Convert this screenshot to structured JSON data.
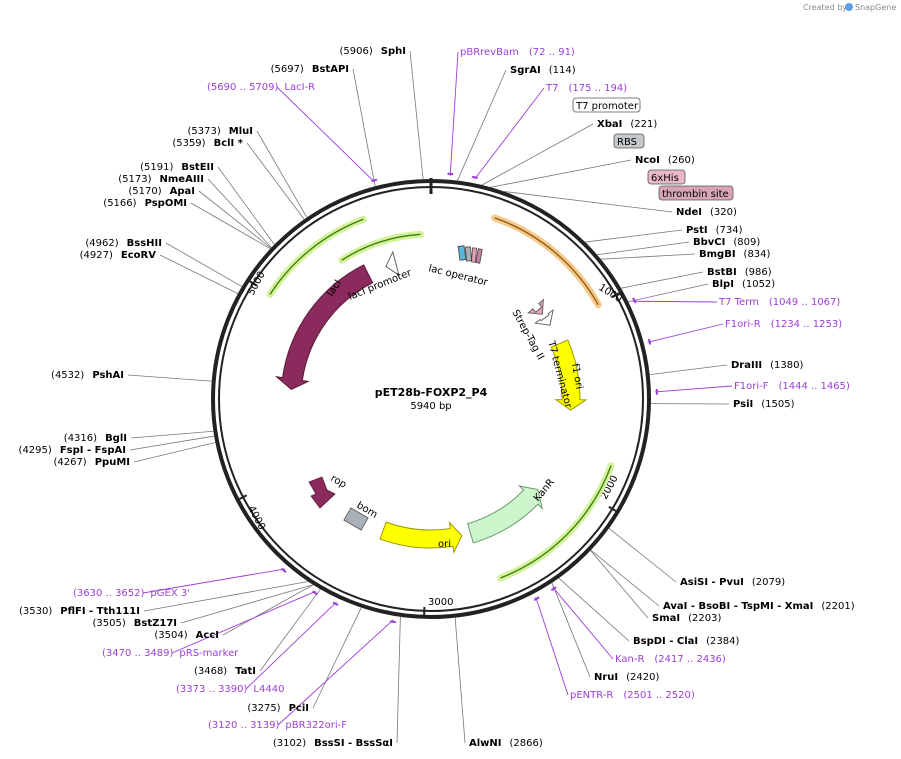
{
  "credit": {
    "text": "Created by",
    "brand": "SnapGene"
  },
  "plasmid": {
    "name": "pET28b-FOXP2_P4",
    "length": "5940 bp",
    "size_bp": 5940
  },
  "colors": {
    "ring": "#222222",
    "primer": "#9b3fd6",
    "lacI": "#8b2a5c",
    "kan": "#ccf5cc",
    "ori": "#ffff00",
    "f1ori": "#ffff00",
    "orf_halo": "#d4f29a",
    "orf_line": "#3a7a10",
    "orf_halo_orange": "#f6c98a"
  },
  "ticks": [
    {
      "text": "1000",
      "pos": 1000
    },
    {
      "text": "2000",
      "pos": 2000
    },
    {
      "text": "3000",
      "pos": 3000
    },
    {
      "text": "4000",
      "pos": 4000
    },
    {
      "text": "5000",
      "pos": 5000
    }
  ],
  "sites": [
    {
      "pos": 5906,
      "name": "SphI",
      "num": "(5906)",
      "side": "L",
      "label_line": 0
    },
    {
      "pos": 114,
      "name": "SgrAI",
      "num": "(114)",
      "side": "R"
    },
    {
      "pos": 221,
      "name": "XbaI",
      "num": "(221)",
      "side": "R"
    },
    {
      "pos": 260,
      "name": "NcoI",
      "num": "(260)",
      "side": "R"
    },
    {
      "pos": 320,
      "name": "NdeI",
      "num": "(320)",
      "side": "R"
    },
    {
      "pos": 734,
      "name": "PstI",
      "num": "(734)",
      "side": "R"
    },
    {
      "pos": 809,
      "name": "BbvCI",
      "num": "(809)",
      "side": "R"
    },
    {
      "pos": 834,
      "name": "BmgBI",
      "num": "(834)",
      "side": "R"
    },
    {
      "pos": 986,
      "name": "BstBI",
      "num": "(986)",
      "side": "R"
    },
    {
      "pos": 1052,
      "name": "BlpI",
      "num": "(1052)",
      "side": "R"
    },
    {
      "pos": 1380,
      "name": "DraIII",
      "num": "(1380)",
      "side": "R"
    },
    {
      "pos": 1505,
      "name": "PsiI",
      "num": "(1505)",
      "side": "R"
    },
    {
      "pos": 2079,
      "name": "AsiSI - PvuI",
      "num": "(2079)",
      "side": "R"
    },
    {
      "pos": 2201,
      "name": "AvaI - BsoBI - TspMI - XmaI",
      "num": "(2201)",
      "side": "R"
    },
    {
      "pos": 2203,
      "name": "SmaI",
      "num": "(2203)",
      "side": "R"
    },
    {
      "pos": 2384,
      "name": "BspDI - ClaI",
      "num": "(2384)",
      "side": "R"
    },
    {
      "pos": 2420,
      "name": "NruI",
      "num": "(2420)",
      "side": "R"
    },
    {
      "pos": 2866,
      "name": "AlwNI",
      "num": "(2866)",
      "side": "R"
    },
    {
      "pos": 3102,
      "name": "BssSI - BssSαI",
      "num": "(3102)",
      "side": "L"
    },
    {
      "pos": 3275,
      "name": "PciI",
      "num": "(3275)",
      "side": "L"
    },
    {
      "pos": 3468,
      "name": "TatI",
      "num": "(3468)",
      "side": "L"
    },
    {
      "pos": 3504,
      "name": "AccI",
      "num": "(3504)",
      "side": "L"
    },
    {
      "pos": 3505,
      "name": "BstZ17I",
      "num": "(3505)",
      "side": "L"
    },
    {
      "pos": 3530,
      "name": "PflFI - Tth111I",
      "num": "(3530)",
      "side": "L"
    },
    {
      "pos": 4267,
      "name": "PpuMI",
      "num": "(4267)",
      "side": "L"
    },
    {
      "pos": 4295,
      "name": "FspI - FspAI",
      "num": "(4295)",
      "side": "L"
    },
    {
      "pos": 4316,
      "name": "BglI",
      "num": "(4316)",
      "side": "L"
    },
    {
      "pos": 4532,
      "name": "PshAI",
      "num": "(4532)",
      "side": "L"
    },
    {
      "pos": 4927,
      "name": "EcoRV",
      "num": "(4927)",
      "side": "L"
    },
    {
      "pos": 4962,
      "name": "BssHII",
      "num": "(4962)",
      "side": "L"
    },
    {
      "pos": 5166,
      "name": "PspOMI",
      "num": "(5166)",
      "side": "L"
    },
    {
      "pos": 5170,
      "name": "ApaI",
      "num": "(5170)",
      "side": "L"
    },
    {
      "pos": 5173,
      "name": "NmeAIII",
      "num": "(5173)",
      "side": "L"
    },
    {
      "pos": 5191,
      "name": "BstEII",
      "num": "(5191)",
      "side": "L"
    },
    {
      "pos": 5359,
      "name": "BclI *",
      "num": "(5359)",
      "side": "L"
    },
    {
      "pos": 5373,
      "name": "MluI",
      "num": "(5373)",
      "side": "L"
    },
    {
      "pos": 5697,
      "name": "BstAPI",
      "num": "(5697)",
      "side": "L"
    }
  ],
  "primers": [
    {
      "name": "pBRrevBam",
      "range": "(72 .. 91)",
      "pos": 81
    },
    {
      "name": "T7",
      "range": "(175 .. 194)",
      "pos": 185
    },
    {
      "name": "T7 Term",
      "range": "(1049 .. 1067)",
      "pos": 1058
    },
    {
      "name": "F1ori-R",
      "range": "(1234 .. 1253)",
      "pos": 1243
    },
    {
      "name": "F1ori-F",
      "range": "(1444 .. 1465)",
      "pos": 1455
    },
    {
      "name": "Kan-R",
      "range": "(2417 .. 2436)",
      "pos": 2427
    },
    {
      "name": "pENTR-R",
      "range": "(2501 .. 2520)",
      "pos": 2510
    },
    {
      "name": "pBR322ori-F",
      "range": "(3120 .. 3139)",
      "pos": 3130
    },
    {
      "name": "L4440",
      "range": "(3373 .. 3390)",
      "pos": 3382
    },
    {
      "name": "pRS-marker",
      "range": "(3470 .. 3489)",
      "pos": 3480
    },
    {
      "name": "pGEX 3'",
      "range": "(3630 .. 3652)",
      "pos": 3641
    },
    {
      "name": "LacI-R",
      "range": "(5690 .. 5709)",
      "pos": 5700
    }
  ],
  "boxed_features": [
    {
      "name": "T7 promoter",
      "style": "plain"
    },
    {
      "name": "RBS",
      "style": "grey"
    },
    {
      "name": "6xHis",
      "style": "pink"
    },
    {
      "name": "thrombin site",
      "style": "pink"
    }
  ],
  "features": [
    {
      "name": "lacI",
      "type": "arrow"
    },
    {
      "name": "lacI promoter",
      "type": "arrow"
    },
    {
      "name": "lac operator",
      "type": "box"
    },
    {
      "name": "Strep-Tag II",
      "type": "box"
    },
    {
      "name": "T7 terminator",
      "type": "arrow"
    },
    {
      "name": "f1 ori",
      "type": "arrow"
    },
    {
      "name": "KanR",
      "type": "arrow"
    },
    {
      "name": "ori",
      "type": "arrow"
    },
    {
      "name": "rop",
      "type": "arrow"
    },
    {
      "name": "bom",
      "type": "box"
    }
  ]
}
